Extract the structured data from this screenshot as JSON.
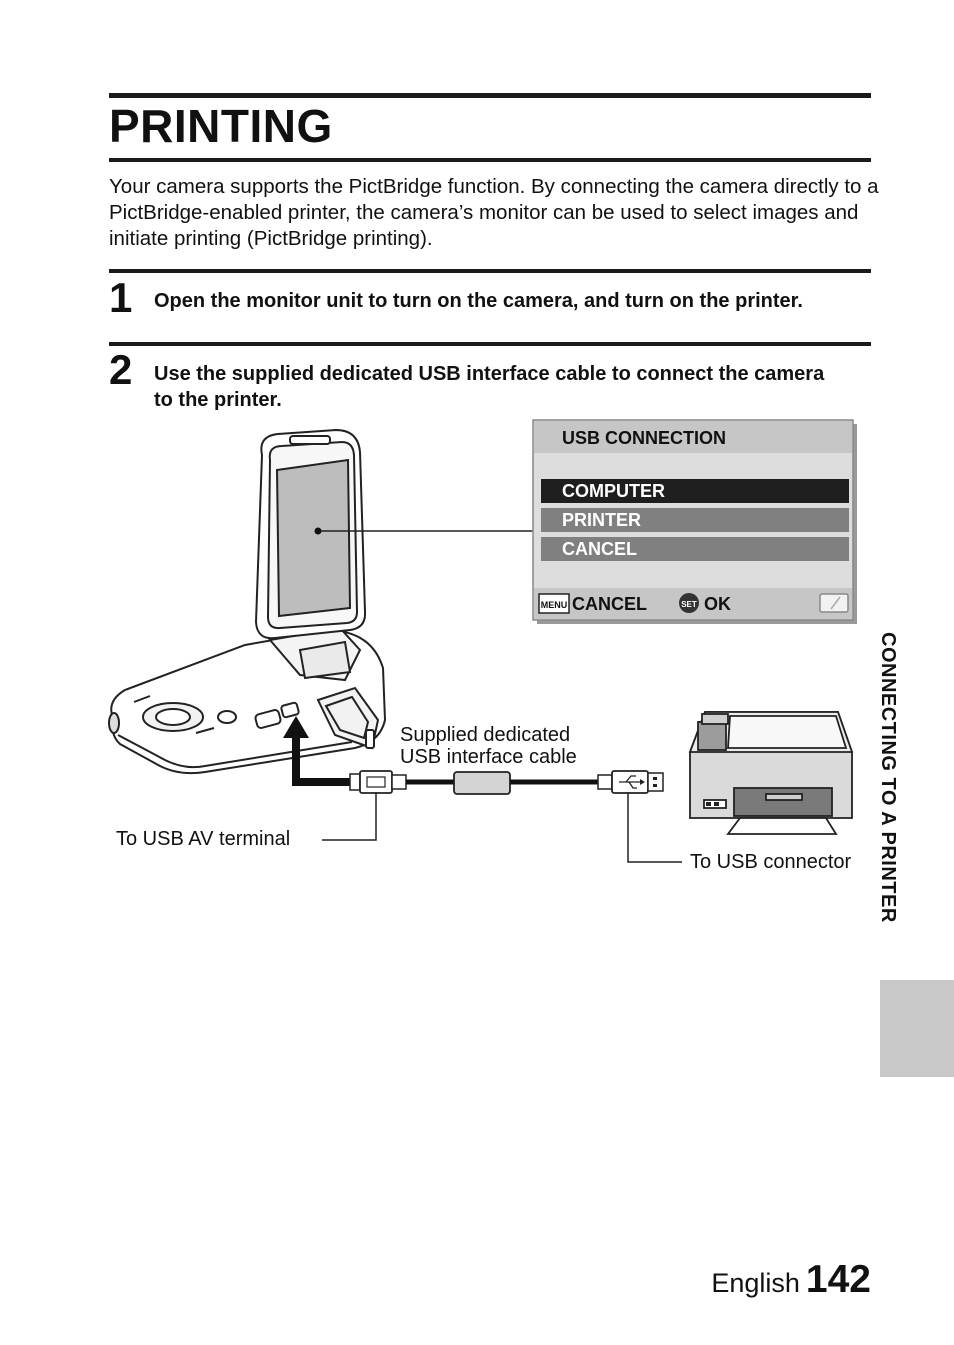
{
  "page": {
    "title": "PRINTING",
    "intro": "Your camera supports the PictBridge function. By connecting the camera directly to a PictBridge-enabled printer, the camera’s monitor can be used to select images and initiate printing (PictBridge printing).",
    "steps": [
      {
        "number": "1",
        "text": "Open the monitor unit to turn on the camera, and turn on the printer."
      },
      {
        "number": "2",
        "text": "Use the supplied dedicated USB interface cable to connect the camera to the printer."
      }
    ],
    "side_label": "CONNECTING TO A PRINTER",
    "footer": {
      "language": "English",
      "page_number": "142"
    }
  },
  "screen": {
    "title": "USB CONNECTION",
    "options": [
      "COMPUTER",
      "PRINTER",
      "CANCEL"
    ],
    "selected": "COMPUTER",
    "footer_cancel": "CANCEL",
    "footer_ok": "OK",
    "menu_icon_text": "MENU",
    "set_icon_text": "SET"
  },
  "callouts": {
    "cable_line1": "Supplied dedicated",
    "cable_line2": "USB interface cable",
    "av_terminal": "To USB AV terminal",
    "usb_connector": "To USB connector"
  },
  "colors": {
    "option_selected_bg": "#1e1e1e",
    "option_bg": "#808080",
    "screen_bg": "#dddddd",
    "tab_gray": "#c8c8c8"
  }
}
